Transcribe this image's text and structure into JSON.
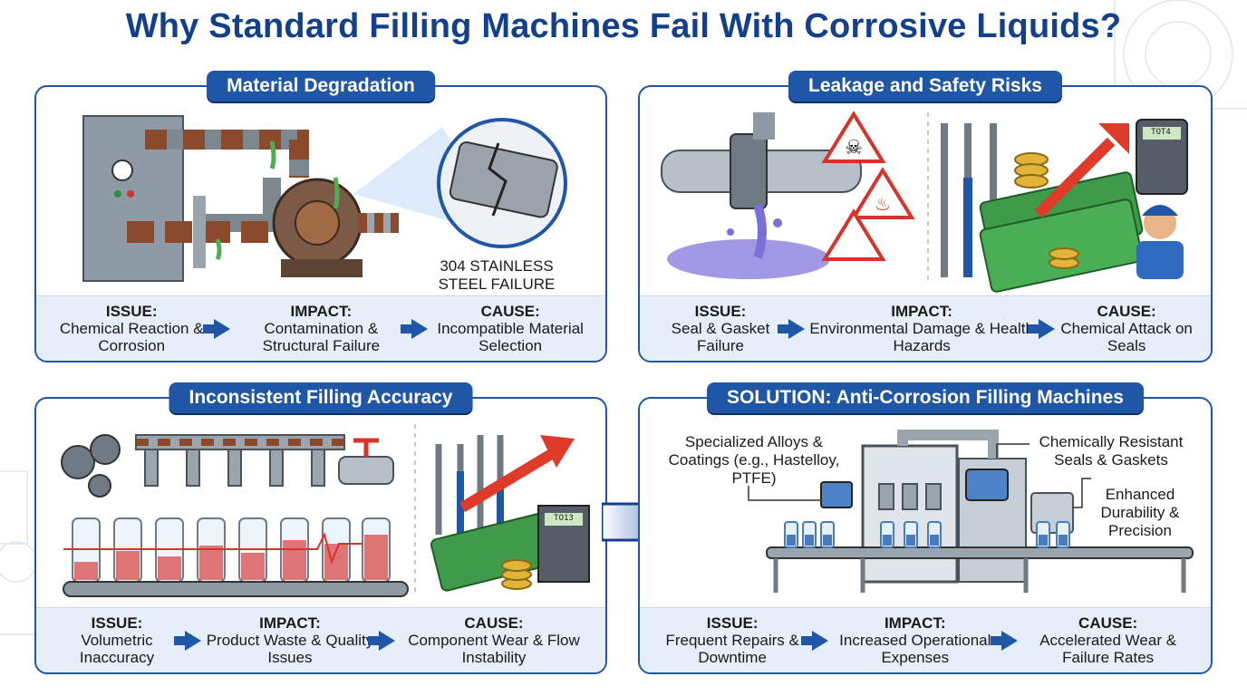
{
  "title": "Why Standard Filling Machines Fail With Corrosive Liquids?",
  "panels": {
    "material": {
      "title": "Material Degradation",
      "caption": "304 STAINLESS STEEL FAILURE",
      "issue": {
        "label": "ISSUE:",
        "text": "Chemical Reaction & Corrosion"
      },
      "impact": {
        "label": "IMPACT:",
        "text": "Contamination & Structural Failure"
      },
      "cause": {
        "label": "CAUSE:",
        "text": "Incompatible Material Selection"
      }
    },
    "leakage": {
      "title": "Leakage and Safety Risks",
      "calc_display": "TOT4",
      "issue": {
        "label": "ISSUE:",
        "text": "Seal & Gasket Failure"
      },
      "impact": {
        "label": "IMPACT:",
        "text": "Environmental Damage & Health Hazards"
      },
      "cause": {
        "label": "CAUSE:",
        "text": "Chemical Attack on Seals"
      }
    },
    "accuracy": {
      "title": "Inconsistent Filling Accuracy",
      "calc_display": "TO13",
      "issue": {
        "label": "ISSUE:",
        "text": "Volumetric Inaccuracy"
      },
      "impact": {
        "label": "IMPACT:",
        "text": "Product Waste & Quality Issues"
      },
      "cause": {
        "label": "CAUSE:",
        "text": "Component Wear & Flow Instability"
      }
    },
    "solution": {
      "title": "SOLUTION: Anti-Corrosion Filling Machines",
      "callout_alloys": "Specialized Alloys & Coatings (e.g., Hastelloy, PTFE)",
      "callout_seals": "Chemically Resistant Seals & Gaskets",
      "callout_durability": "Enhanced Durability & Precision",
      "issue": {
        "label": "ISSUE:",
        "text": "Frequent Repairs & Downtime"
      },
      "impact": {
        "label": "IMPACT:",
        "text": "Increased Operational Expenses"
      },
      "cause": {
        "label": "CAUSE:",
        "text": "Accelerated Wear & Failure Rates"
      }
    }
  },
  "colors": {
    "primary": "#1f57a6",
    "title": "#12408c",
    "strip": "#e5eef9",
    "rust": "#8b4a2b",
    "money": "#3f9a4a",
    "warning": "#e03a2a"
  }
}
